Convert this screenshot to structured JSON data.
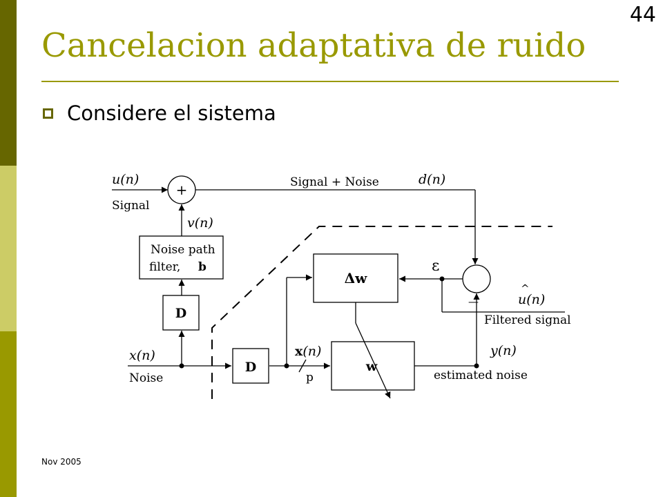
{
  "slide": {
    "page_number": "44",
    "title": "Cancelacion adaptativa de ruido",
    "bullet": "Considere el sistema",
    "footer": "Nov 2005"
  },
  "colors": {
    "accent": "#999900",
    "bar_dark": "#666600",
    "bar_light": "#cccc66"
  },
  "diagram": {
    "u_n": "u(n)",
    "signal": "Signal",
    "sum_plus": "+",
    "v_n": "v(n)",
    "signal_plus_noise": "Signal + Noise",
    "d_n": "d(n)",
    "noise_path_line1": "Noise path",
    "noise_path_line2": "filter,",
    "noise_path_b": "b",
    "delay_upper": "D",
    "delay_lower": "D",
    "delta_w": "Δw",
    "epsilon": "ε",
    "minus": "—",
    "u_hat": "u(n)",
    "hat": "^",
    "filtered_signal": "Filtered signal",
    "x_n_input": "x(n)",
    "noise": "Noise",
    "x_vec_bold": "x",
    "x_vec_rest": "(n)",
    "p": "p",
    "w": "w",
    "y_n": "y(n)",
    "estimated_noise": "estimated noise"
  }
}
